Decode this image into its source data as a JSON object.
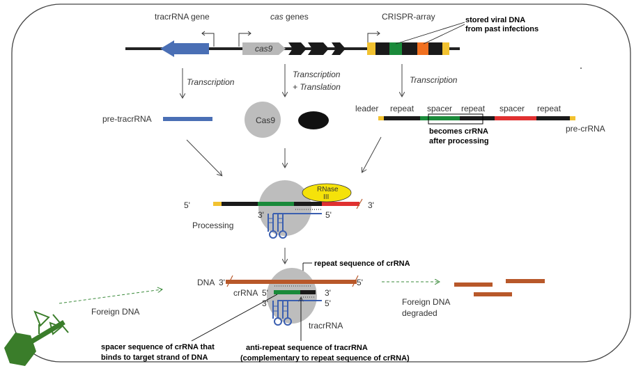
{
  "top": {
    "tracrrna_gene": "tracrRNA gene",
    "cas_genes": "cas",
    "cas_genes_suffix": " genes",
    "crispr_array": "CRISPR-array",
    "cas9_gene": "cas9",
    "stored_line1": "stored viral DNA",
    "stored_line2": "from past infections"
  },
  "steps": {
    "transcription_left": "Transcription",
    "transcription_mid1": "Transcription",
    "transcription_mid2": "+ Translation",
    "transcription_right": "Transcription"
  },
  "middle": {
    "pre_tracrrna": "pre-tracrRNA",
    "cas9_protein": "Cas9",
    "leader": "leader",
    "repeat1": "repeat",
    "spacer1": "spacer",
    "repeat2": "repeat",
    "spacer2": "spacer",
    "repeat3": "repeat",
    "becomes1": "becomes crRNA",
    "becomes2": "after processing",
    "pre_crrna": "pre-crRNA"
  },
  "processing": {
    "five_prime_left": "5'",
    "three_prime_right": "3'",
    "rnase1": "RNase",
    "rnase2": "III",
    "three_prime_inner": "3'",
    "five_prime_inner": "5'",
    "label": "Processing"
  },
  "bottom": {
    "repeat_seq": "repeat sequence of crRNA",
    "dna": "DNA",
    "dna_3_left": "3'",
    "dna_5_right": "5'",
    "crrna": "crRNA",
    "crrna_5": "5'",
    "crrna_3": "3'",
    "tracr_3": "3'",
    "tracr_5": "5'",
    "tracrrna": "tracrRNA",
    "foreign_dna": "Foreign DNA",
    "degraded1": "Foreign DNA",
    "degraded2": "degraded",
    "spacer_note1": "spacer sequence of crRNA that",
    "spacer_note2": "binds to target strand of DNA",
    "anti_note1": "anti-repeat sequence of tracrRNA",
    "anti_note2": "(complementary to repeat sequence of crRNA)"
  },
  "colors": {
    "tracr_blue": "#4a6fb5",
    "spacer_green": "#1a8a3a",
    "spacer_red": "#e03030",
    "spacer_orange": "#f07020",
    "leader_yellow": "#f2c230",
    "dna_brown": "#b8582a",
    "rnase_yellow": "#f5e20a",
    "cas9_grey": "#bdbdbd",
    "phage_green": "#3a7d2a"
  }
}
